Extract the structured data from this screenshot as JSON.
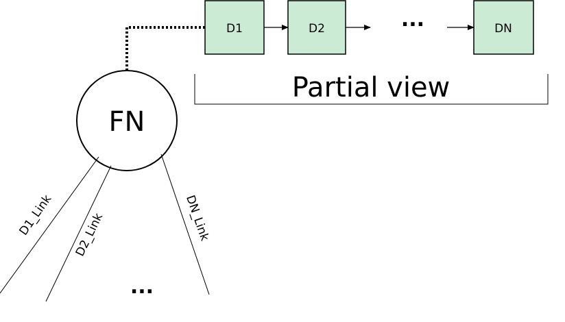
{
  "diagram": {
    "chain_nodes": [
      "D1",
      "D2",
      "DN"
    ],
    "chain_ellipsis": "...",
    "partial_view_label": "Partial view",
    "fn_label": "FN",
    "links": [
      "D1_Link",
      "D2_Link",
      "DN_Link"
    ],
    "links_ellipsis": "...",
    "colors": {
      "node_fill": "#ccebd4",
      "stroke": "#000000",
      "background": "#ffffff"
    }
  }
}
